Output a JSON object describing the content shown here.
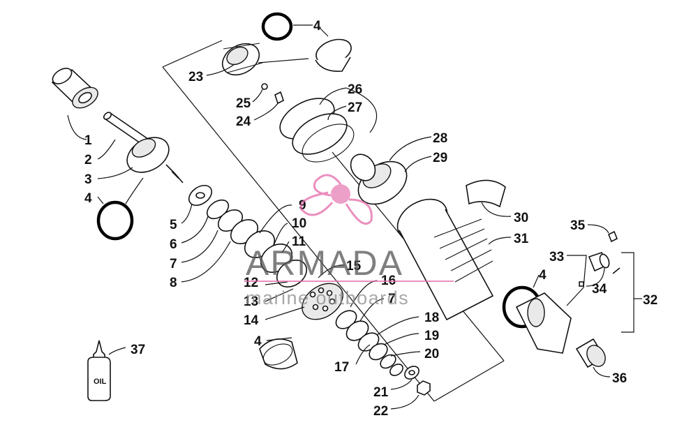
{
  "diagram": {
    "callouts": [
      "1",
      "2",
      "3",
      "4",
      "5",
      "6",
      "7",
      "8",
      "9",
      "10",
      "11",
      "12",
      "13",
      "14",
      "15",
      "16",
      "17",
      "18",
      "19",
      "20",
      "21",
      "22",
      "23",
      "24",
      "25",
      "26",
      "27",
      "28",
      "29",
      "30",
      "31",
      "32",
      "33",
      "34",
      "35",
      "36",
      "37"
    ],
    "oil_label": "OIL"
  },
  "watermark": {
    "brand": "ARMADA",
    "tagline": "marine outboards",
    "colors": {
      "pink": "#e36aa8",
      "gray": "#555555"
    }
  }
}
